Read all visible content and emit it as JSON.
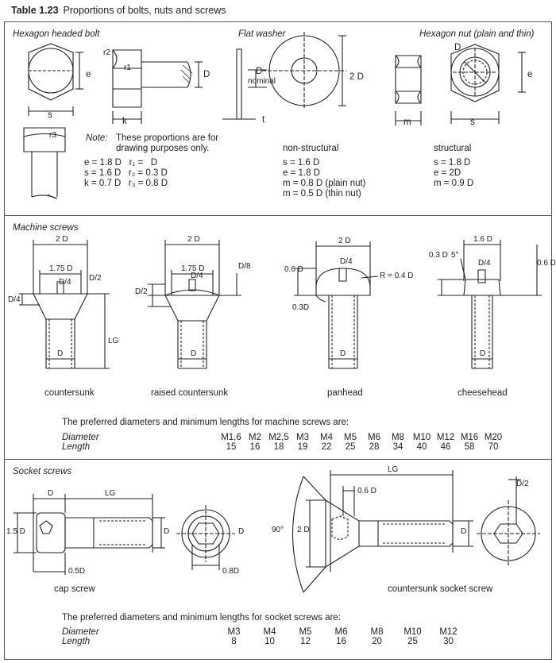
{
  "title": {
    "number": "Table 1.23",
    "text": "Proportions of bolts, nuts and screws"
  },
  "section1": {
    "hex_bolt_title": "Hexagon headed bolt",
    "washer_title": "Flat washer",
    "nut_title": "Hexagon nut (plain and thin)",
    "labels": {
      "r2": "r2",
      "r1": "r1",
      "e": "e",
      "D": "D",
      "s": "s",
      "k": "k",
      "r3": "r3",
      "D_nominal_D": "D",
      "nominal": "nominal",
      "twoD": "2 D",
      "t": "t",
      "m": "m",
      "nut_D": "D",
      "nut_e": "e",
      "nut_s": "s"
    },
    "note_label": "Note:",
    "note_text_1": "These proportions are for",
    "note_text_2": "drawing purposes only.",
    "bolt_props": [
      "e = 1.8 D   r₁ =   D",
      "s = 1.6 D   r₂ = 0.3 D",
      "k = 0.7 D   r₃ = 0.8 D"
    ],
    "non_structural_title": "non-structural",
    "non_structural": [
      "s = 1.6 D",
      "e = 1.8 D",
      "m = 0.8 D (plain nut)",
      "m = 0.5 D (thin nut)"
    ],
    "structural_title": "structural",
    "structural": [
      "s = 1.8 D",
      "e = 2D",
      "m = 0.9 D"
    ]
  },
  "section2": {
    "title": "Machine screws",
    "labels": {
      "cs_2D": "2 D",
      "cs_175D": "1.75 D",
      "cs_D4": "D/4",
      "cs_LG": "LG",
      "cs_D": "D",
      "rc_2D": "2 D",
      "rc_175D": "1.75 D",
      "rc_D2": "D/2",
      "rc_D8": "D/8",
      "rc_D4": "D/4",
      "rc_D": "D",
      "ph_2D": "2 D",
      "ph_06D": "0.6 D",
      "ph_R": "R = 0.4 D",
      "ph_03D": "0.3D",
      "ph_D4": "D/4",
      "ph_D": "D",
      "ch_16D": "1.6 D",
      "ch_03D": "0.3 D",
      "ch_06D": "0.6 D",
      "ch_angle": "5°",
      "ch_D4": "D/4",
      "ch_D": "D"
    },
    "captions": [
      "countersunk",
      "raised countersunk",
      "panhead",
      "cheesehead"
    ],
    "preferred_text": "The preferred diameters and minimum lengths for machine screws are:",
    "diameter_label": "Diameter",
    "length_label": "Length",
    "diameters": [
      "M1,6",
      "M2",
      "M2,5",
      "M3",
      "M4",
      "M5",
      "M6",
      "M8",
      "M10",
      "M12",
      "M16",
      "M20"
    ],
    "lengths": [
      "15",
      "16",
      "18",
      "19",
      "22",
      "25",
      "28",
      "34",
      "40",
      "46",
      "58",
      "70"
    ]
  },
  "section3": {
    "title": "Socket screws",
    "labels": {
      "cap_D": "D",
      "cap_LG": "LG",
      "cap_15D": "1.5 D",
      "cap_D_side": "D",
      "cap_05D": "0.5D",
      "cap_08D": "0.8D",
      "cap_end_D": "D",
      "cs_LG": "LG",
      "cs_06D": "0.6 D",
      "cs_90": "90°",
      "cs_2D": "2 D",
      "cs_D": "D",
      "cs_D2": "D/2"
    },
    "captions": [
      "cap screw",
      "countersunk socket screw"
    ],
    "preferred_text": "The preferred diameters and minimum lengths for socket screws are:",
    "diameter_label": "Diameter",
    "length_label": "Length",
    "diameters": [
      "M3",
      "M4",
      "M5",
      "M6",
      "M8",
      "M10",
      "M12"
    ],
    "lengths": [
      "8",
      "10",
      "12",
      "16",
      "20",
      "25",
      "30"
    ]
  }
}
